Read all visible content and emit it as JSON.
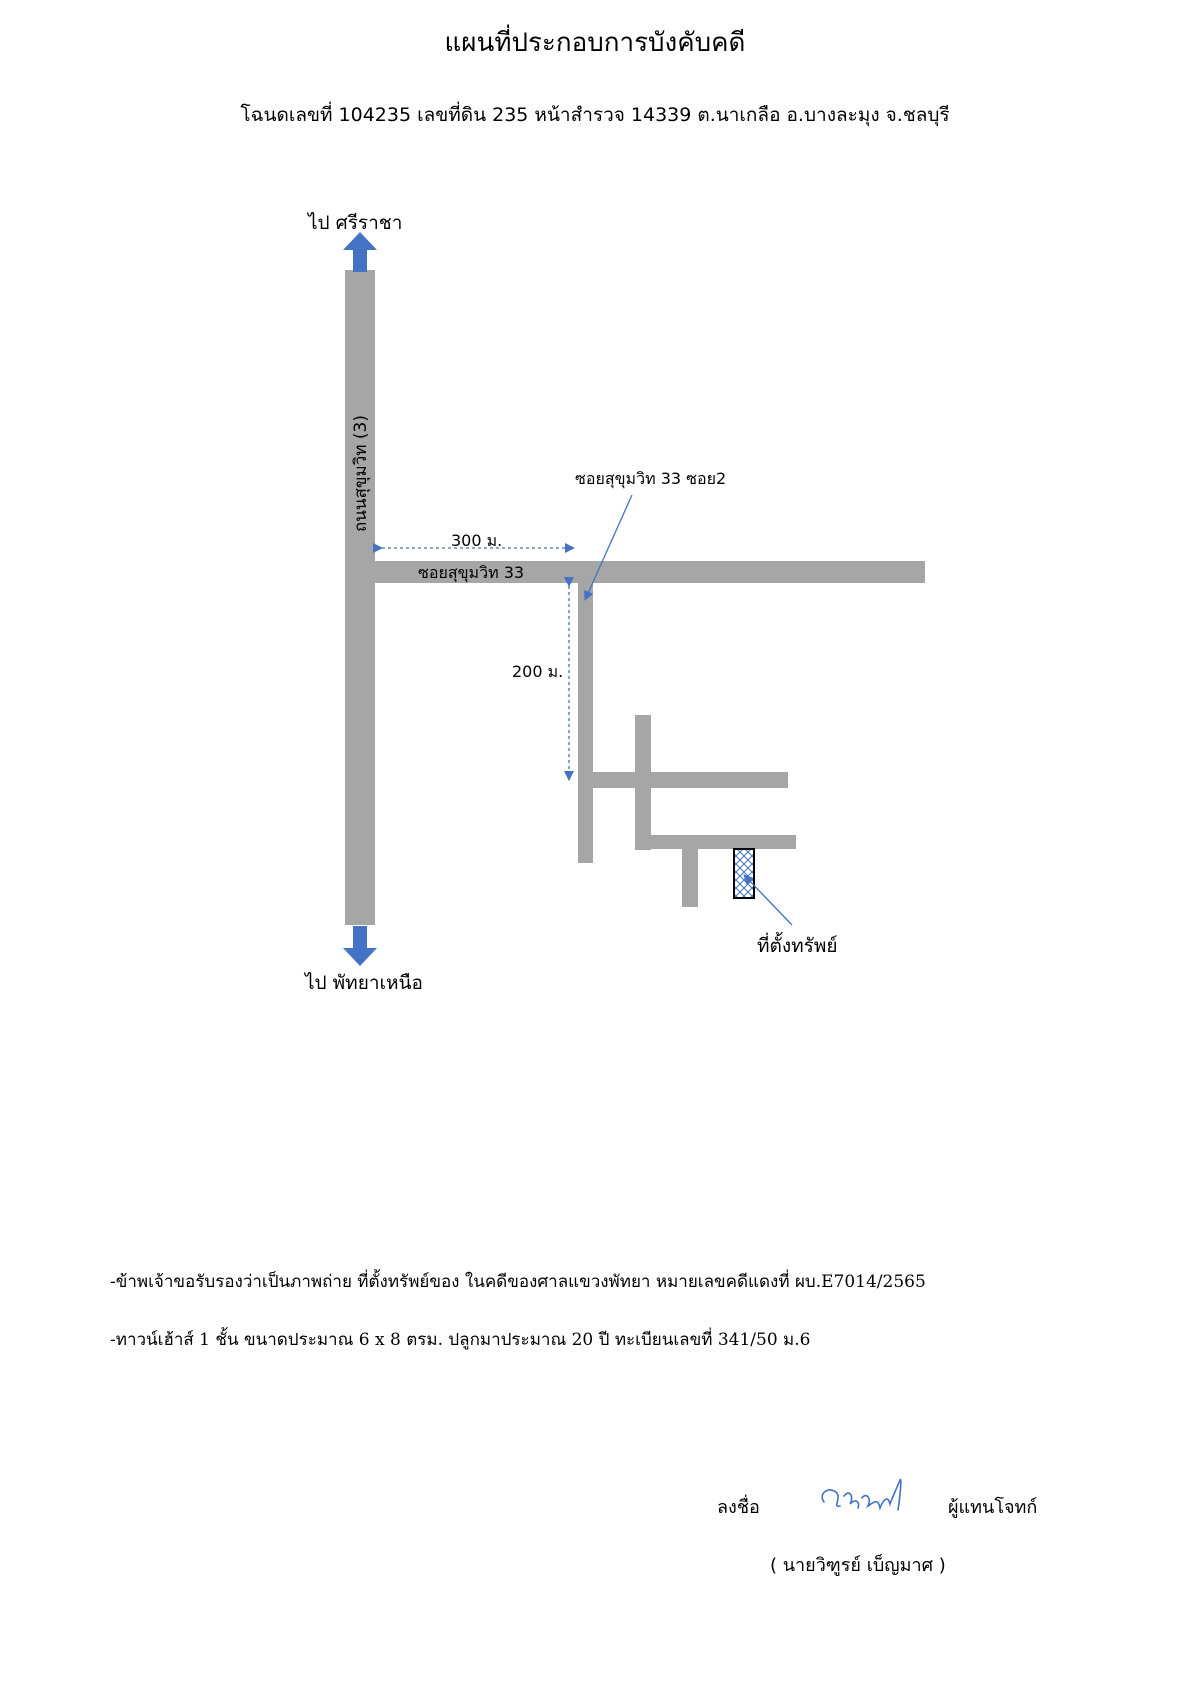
{
  "header": {
    "title": "แผนที่ประกอบการบังคับคดี",
    "subtitle": "โฉนดเลขที่ 104235 เลขที่ดิน 235 หน้าสำรวจ 14339 ต.นาเกลือ อ.บางละมุง จ.ชลบุรี"
  },
  "map": {
    "direction_north": "ไป ศรีราชา",
    "direction_south": "ไป พัทยาเหนือ",
    "main_road_label": "ถนนสุขุมวิท (3)",
    "soi_label": "ซอยสุขุมวิท 33",
    "soi2_label": "ซอยสุขุมวิท 33 ซอย2",
    "distance_1": "300 ม.",
    "distance_2": "200 ม.",
    "property_label": "ที่ตั้งทรัพย์",
    "colors": {
      "road": "#a6a6a6",
      "arrow": "#4472c4",
      "leader": "#4472c4"
    }
  },
  "notes": {
    "line1": "-ข้าพเจ้าขอรับรองว่าเป็นภาพถ่าย ที่ตั้งทรัพย์ของ ในคดีของศาลแขวงพัทยา หมายเลขคดีแดงที่ ผบ.E7014/2565",
    "line2": "-ทาวน์เฮ้าส์ 1 ชั้น ขนาดประมาณ 6 x 8 ตรม. ปลูกมาประมาณ 20 ปี  ทะเบียนเลขที่ 341/50 ม.6"
  },
  "signature": {
    "sign_label": "ลงชื่อ",
    "role": "ผู้แทนโจทก์",
    "handwritten": "วิฑูรย์",
    "name": "( นายวิฑูรย์  เบ็ญมาศ )"
  }
}
